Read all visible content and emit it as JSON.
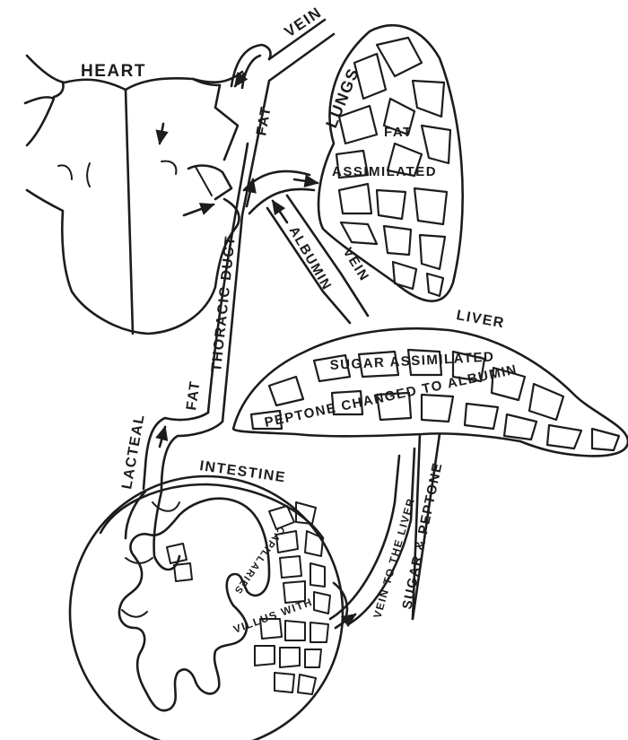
{
  "labels": {
    "heart": "HEART",
    "vein_top": "VEIN",
    "fat_upper": "FAT",
    "lungs": "LUNGS",
    "lungs_fat": "FAT",
    "assimilated": "ASSIMILATED",
    "vein_mid": "VEIN",
    "albumin": "ALBUMIN",
    "thoracic_duct": "THORACIC DUCT",
    "liver": "LIVER",
    "sugar_assimilated": "SUGAR ASSIMILATED",
    "peptone_changed": "PEPTONE CHANGED TO ALBUMIN",
    "fat_lower": "FAT",
    "lacteal": "LACTEAL",
    "intestine": "INTESTINE",
    "capillaries": "CAPILLARIES",
    "villus_with": "VILLUS WITH",
    "vein_to_liver": "VEIN TO THE LIVER",
    "sugar_peptone": "SUGAR & PEPTONE"
  }
}
